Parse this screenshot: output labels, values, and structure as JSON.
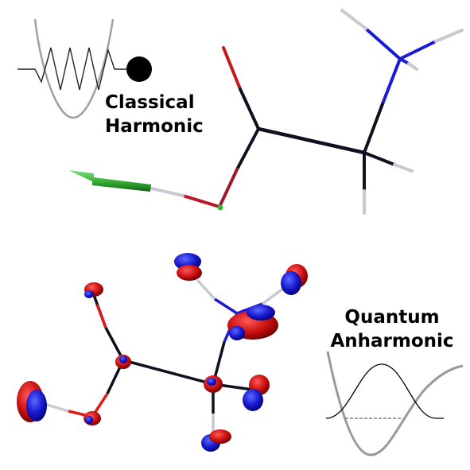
{
  "panels": {
    "classical": {
      "line1": "Classical",
      "line2": "Harmonic"
    },
    "quantum": {
      "line1": "Quantum",
      "line2": "Anharmonic"
    }
  },
  "colors": {
    "oxygen": "#d01a1a",
    "nitrogen": "#1a1ad6",
    "carbon": "#101020",
    "hydrogen": "#c0c0c8",
    "arrow": "#3ab83a",
    "lobe_red": "#cc1111",
    "lobe_blue": "#1a1ad0",
    "curve_gray": "#999999"
  }
}
